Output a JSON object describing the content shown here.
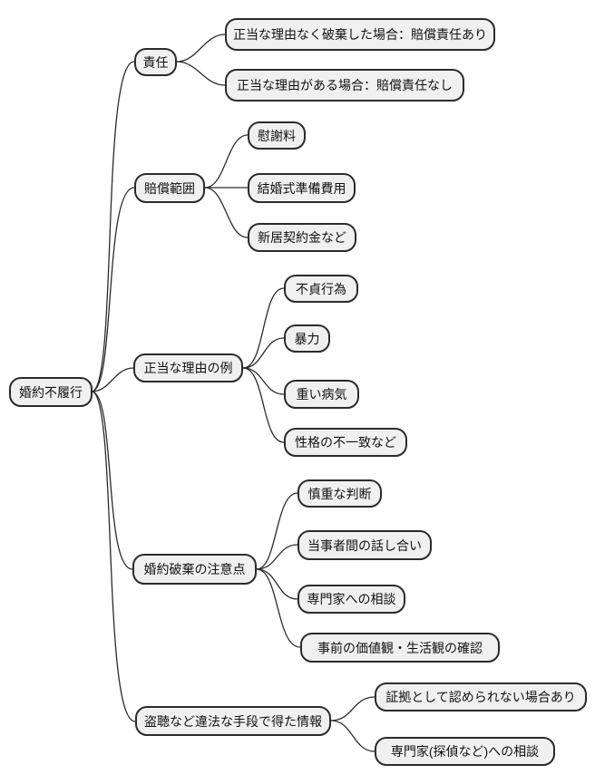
{
  "diagram": {
    "type": "mindmap",
    "title": "婚約不履行",
    "colors": {
      "background": "#ffffff",
      "node_fill": "#f0f0f0",
      "node_border": "#2b2b2b",
      "connector": "#2b2b2b",
      "text": "#111111"
    },
    "root": {
      "label": "婚約不履行"
    },
    "branches": [
      {
        "label": "責任",
        "children": [
          {
            "label": "正当な理由なく破棄した場合：賠償責任あり"
          },
          {
            "label": "正当な理由がある場合：賠償責任なし"
          }
        ]
      },
      {
        "label": "賠償範囲",
        "children": [
          {
            "label": "慰謝料"
          },
          {
            "label": "結婚式準備費用"
          },
          {
            "label": "新居契約金など"
          }
        ]
      },
      {
        "label": "正当な理由の例",
        "children": [
          {
            "label": "不貞行為"
          },
          {
            "label": "暴力"
          },
          {
            "label": "重い病気"
          },
          {
            "label": "性格の不一致など"
          }
        ]
      },
      {
        "label": "婚約破棄の注意点",
        "children": [
          {
            "label": "慎重な判断"
          },
          {
            "label": "当事者間の話し合い"
          },
          {
            "label": "専門家への相談"
          },
          {
            "label": "事前の価値観・生活観の確認"
          }
        ]
      },
      {
        "label": "盗聴など違法な手段で得た情報",
        "children": [
          {
            "label": "証拠として認められない場合あり"
          },
          {
            "label": "専門家(探偵など)への相談"
          }
        ]
      }
    ]
  }
}
